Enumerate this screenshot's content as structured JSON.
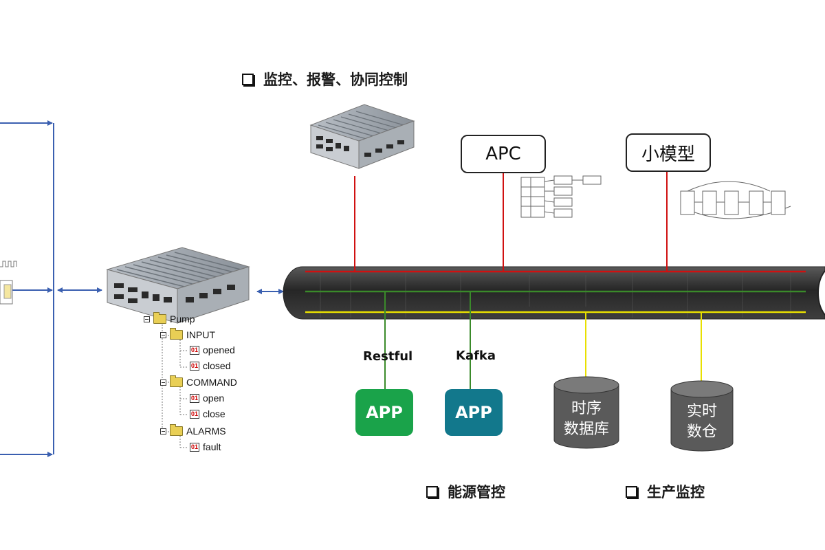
{
  "headings": {
    "top": "监控、报警、协同控制",
    "energy": "能源管控",
    "production": "生产监控"
  },
  "services": {
    "apc": "APC",
    "small_model": "小模型"
  },
  "protocols": {
    "restful": "Restful",
    "kafka": "Kafka"
  },
  "apps": [
    {
      "label": "APP",
      "color": "#1aa34a"
    },
    {
      "label": "APP",
      "color": "#12788c"
    }
  ],
  "databases": [
    {
      "line1": "时序",
      "line2": "数据库"
    },
    {
      "line1": "实时",
      "line2": "数仓"
    }
  ],
  "tree": {
    "root": "Pump",
    "groups": [
      {
        "name": "INPUT",
        "items": [
          "opened",
          "closed"
        ]
      },
      {
        "name": "COMMAND",
        "items": [
          "open",
          "close"
        ]
      },
      {
        "name": "ALARMS",
        "items": [
          "fault"
        ]
      }
    ],
    "tag": "01"
  },
  "colors": {
    "bus": "#2f2f2f",
    "red_line": "#d01010",
    "green_line": "#3a8a2a",
    "yellow_line": "#e8e000",
    "arrow_blue": "#3a5fb0",
    "db_body": "#5a5a5a"
  },
  "icons": {
    "checkbox": "checkbox-icon",
    "gateway": "industrial-pc-icon",
    "folder": "folder-icon"
  }
}
